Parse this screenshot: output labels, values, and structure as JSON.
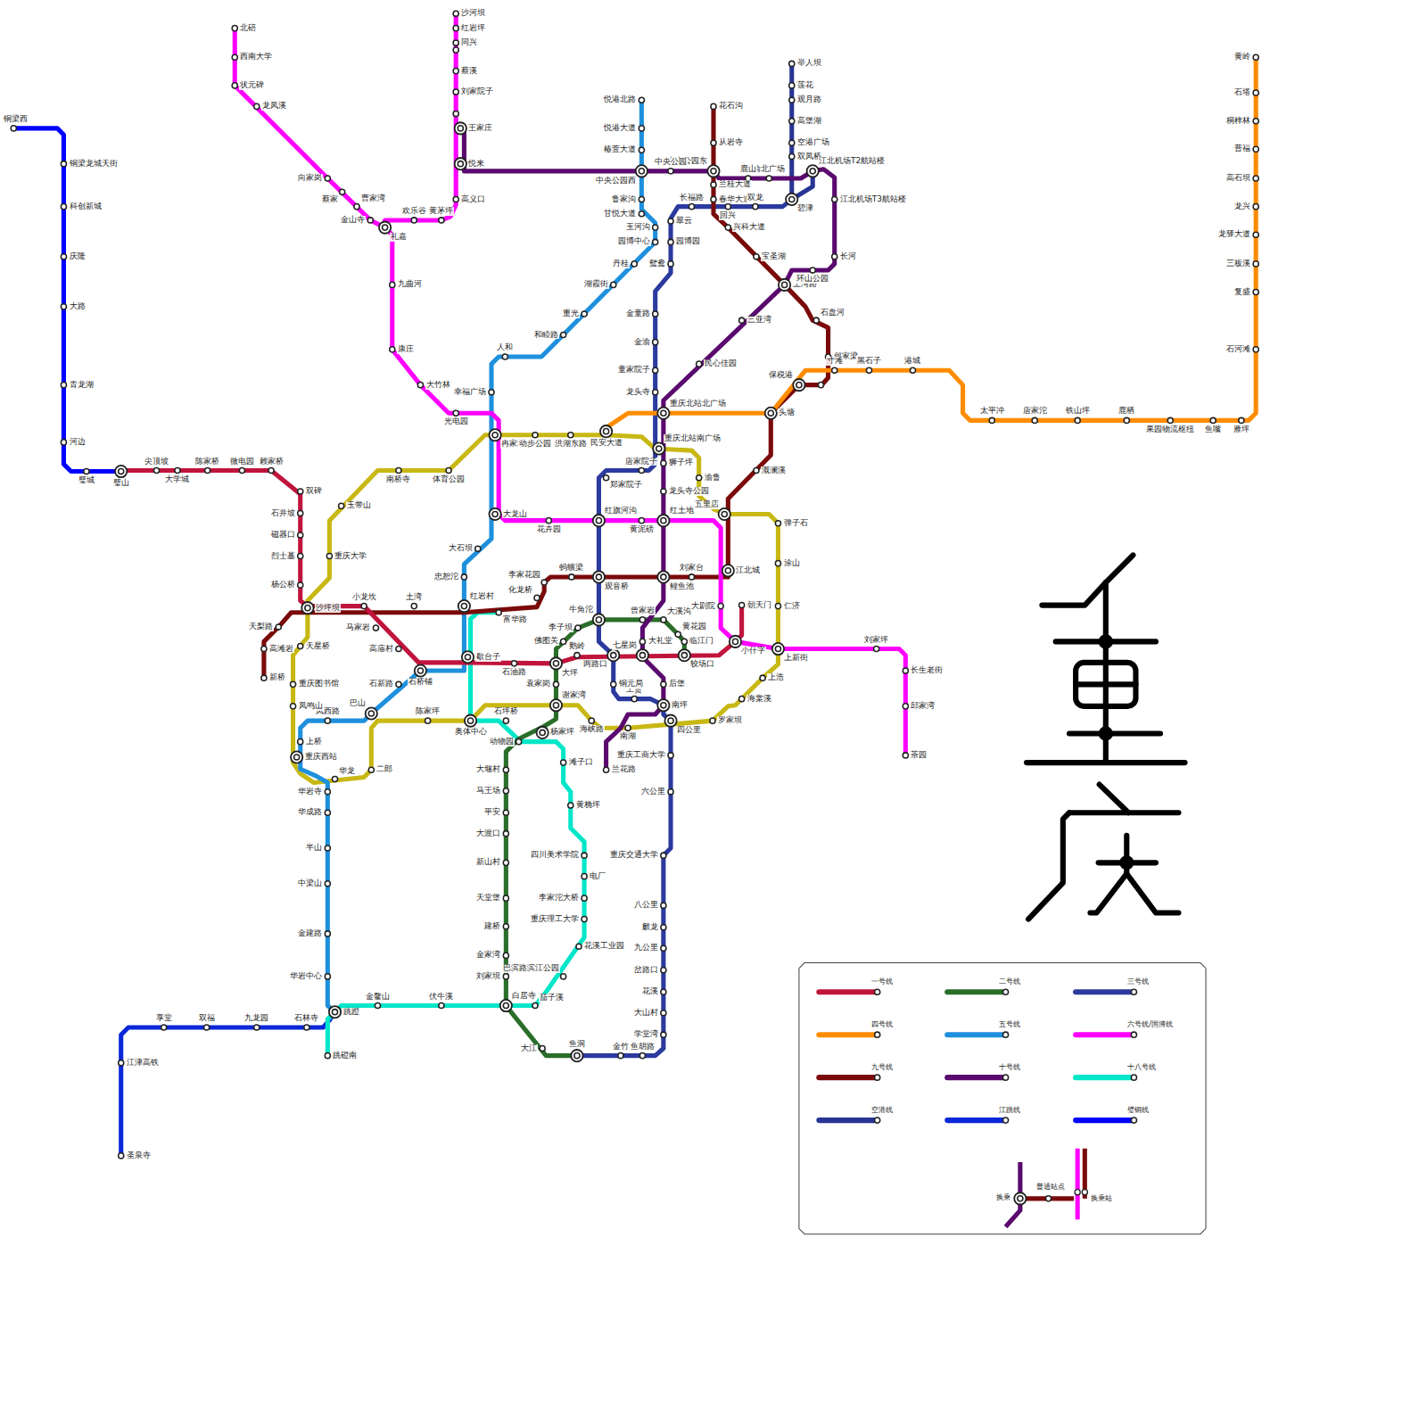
{
  "diagram": {
    "labels": [
      "铜梁西",
      "铜梁龙城天街",
      "科创新城",
      "庆隆",
      "大路",
      "青龙湖",
      "河边",
      "璧城",
      "璧山",
      "尖顶坡",
      "大学城",
      "陈家桥",
      "微电园",
      "赖家桥",
      "双碑",
      "石井坡",
      "磁器口",
      "烈士墓",
      "杨公桥",
      "沙坪坝",
      "小龙坎",
      "马家岩",
      "高庙村",
      "石桥铺",
      "歇台子",
      "石油路",
      "大坪",
      "鹅岭",
      "两路口",
      "七星岗",
      "较场口",
      "小什字",
      "朝天门",
      "新桥",
      "高滩岩",
      "天梨路",
      "土湾",
      "红岩村",
      "化龙桥",
      "富华路",
      "李家花园",
      "蚂蟥梁",
      "观音桥",
      "鲤鱼池",
      "刘家台",
      "江北城",
      "溉澜溪",
      "头塘",
      "保税港",
      "何家梁",
      "石盘河",
      "上湾路",
      "宝圣湖",
      "兴科大道",
      "春华大道",
      "兰桂大道",
      "从岩寺",
      "花石沟",
      "临江门",
      "黄花园",
      "大溪沟",
      "曾家岩",
      "牛角沱",
      "李子坝",
      "佛图关",
      "袁家岗",
      "谢家湾",
      "杨家坪",
      "动物园",
      "大堰村",
      "马王场",
      "平安",
      "大渡口",
      "新山村",
      "天堂堡",
      "建桥",
      "金家湾",
      "刘家坝",
      "白居寺",
      "大江",
      "鱼洞",
      "金竹",
      "鱼胡路",
      "学堂湾",
      "大山村",
      "花溪",
      "岔路口",
      "九公里",
      "麒龙",
      "八公里",
      "重庆交通大学",
      "六公里",
      "重庆工商大学",
      "四公里",
      "南坪",
      "工贸",
      "铜元局",
      "红旗河沟",
      "郑家院子",
      "唐家院子",
      "狮子坪",
      "重庆北站南广场",
      "龙头寺",
      "童家院子",
      "金渝",
      "金童路",
      "鸳鸯",
      "园博园",
      "翠云",
      "长福路",
      "回兴",
      "双龙",
      "碧津",
      "双凤桥",
      "空港广场",
      "高堡湖",
      "观月路",
      "莲花",
      "举人坝",
      "江北机场T2航站楼",
      "兰花路",
      "南湖",
      "后堡",
      "大礼堂",
      "龙头寺公园",
      "重庆北站北广场",
      "民心佳园",
      "三亚湾",
      "环山公园",
      "长河",
      "江北机场T3航站楼",
      "渝北广场",
      "鹿山",
      "中央公园东",
      "中央公园",
      "中央公园西",
      "王家庄",
      "悦港北路",
      "悦港大道",
      "椿萱大道",
      "鲁家沟",
      "甘悦大道",
      "玉河沟",
      "园博中心",
      "丹桂",
      "湖霞街",
      "重光",
      "和睦路",
      "人和",
      "幸福广场",
      "冉家坝",
      "大龙山",
      "大石坝",
      "忠恕沱",
      "石新路",
      "巴山",
      "凤西路",
      "上桥",
      "重庆西站",
      "华岩寺",
      "华成路",
      "半山",
      "中梁山",
      "金建路",
      "华岩中心",
      "跳蹬",
      "石林寺",
      "九龙园",
      "双福",
      "享堂",
      "江津高铁",
      "圣泉寺",
      "跳磴南",
      "金鳌山",
      "伏牛溪",
      "茄子溪",
      "巴滨路滨江公园",
      "花溪工业园",
      "重庆理工大学",
      "李家沱大桥",
      "电厂",
      "四川美术学院",
      "黄桷坪",
      "滩子口",
      "石坪桥",
      "奥体中心",
      "陈家坪",
      "沙河坝",
      "红岩坪",
      "同兴",
      "蔡溪",
      "刘家院子",
      "悦来",
      "高义口",
      "黄茅坪",
      "欢乐谷",
      "礼嘉",
      "金山寺",
      "曹家湾",
      "蔡家",
      "向家岗",
      "龙凤溪",
      "状元碑",
      "西南大学",
      "北碚",
      "九曲河",
      "康庄",
      "大竹林",
      "光电园",
      "花卉园",
      "黄泥磅",
      "红土地",
      "五里店",
      "大剧院",
      "刘家坪",
      "长生老街",
      "邱家湾",
      "茶园",
      "上新街",
      "民安大道",
      "动步公园",
      "洪湖东路",
      "渝鲁",
      "弹子石",
      "涂山",
      "仁济",
      "上浩",
      "海棠溪",
      "罗家坝",
      "海峡路",
      "二郎",
      "华龙",
      "凤鸣山",
      "重庆图书馆",
      "天星桥",
      "重庆大学",
      "玉带山",
      "南桥寺",
      "体育公园",
      "寸滩",
      "黑石子",
      "港城",
      "太平冲",
      "唐家沱",
      "铁山坪",
      "鹿栖",
      "果园物流枢纽",
      "鱼嘴",
      "雁坪",
      "石河滩",
      "复盛",
      "三板溪",
      "龙驿大道",
      "龙兴",
      "高石坝",
      "普福",
      "桐梓林",
      "石塔",
      "黄岭"
    ],
    "legend": [
      {
        "text": "一号线",
        "color": "#c0143c"
      },
      {
        "text": "二号线",
        "color": "#2a6e2a"
      },
      {
        "text": "三号线",
        "color": "#2b3a9e"
      },
      {
        "text": "四号线",
        "color": "#ff8c00"
      },
      {
        "text": "五号线",
        "color": "#1e90dd"
      },
      {
        "text": "六号线/国博线",
        "color": "#ff00ff"
      },
      {
        "text": "九号线",
        "color": "#7a0a0a"
      },
      {
        "text": "十号线",
        "color": "#5a0a6e"
      },
      {
        "text": "十八号线",
        "color": "#00e6c8"
      },
      {
        "text": "空港线",
        "color": "#283593"
      },
      {
        "text": "江跳线",
        "color": "#0a28d8"
      },
      {
        "text": "璧铜线",
        "color": "#0000ff"
      },
      {
        "text": "换乘"
      },
      {
        "text": "普通站点"
      },
      {
        "text": "换乘站"
      }
    ]
  }
}
